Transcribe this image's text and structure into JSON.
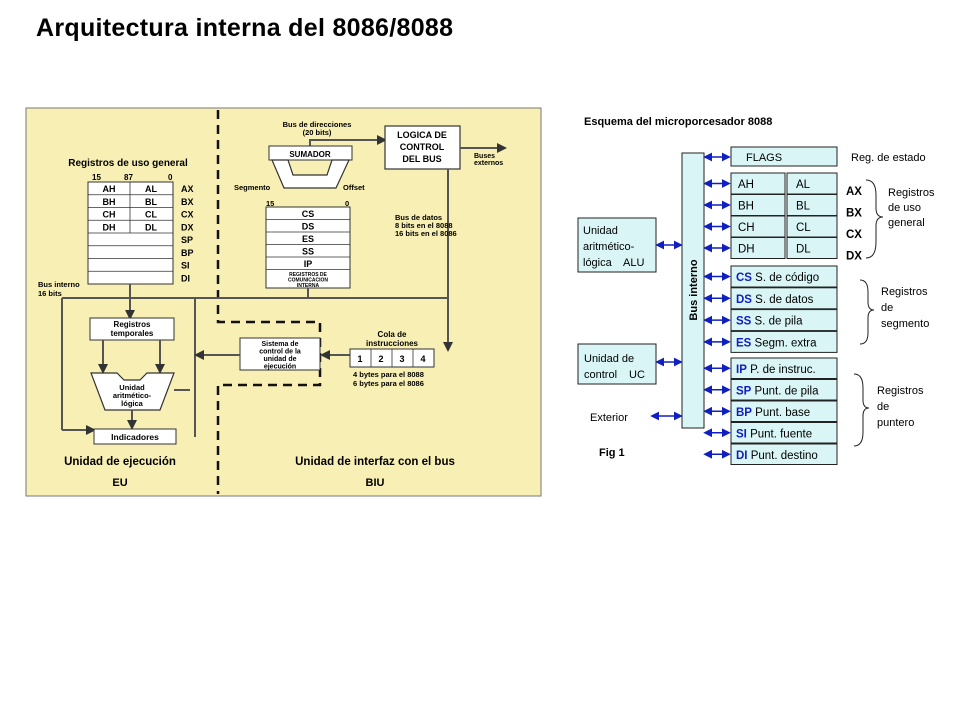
{
  "page_title": "Arquitectura interna del 8086/8088",
  "left_diagram": {
    "general_registers_title": "Registros de uso general",
    "bit_labels": [
      "15",
      "87",
      "0"
    ],
    "register_pairs": [
      [
        "AH",
        "AL"
      ],
      [
        "BH",
        "BL"
      ],
      [
        "CH",
        "CL"
      ],
      [
        "DH",
        "DL"
      ]
    ],
    "register_names": [
      "AX",
      "BX",
      "CX",
      "DX",
      "SP",
      "BP",
      "SI",
      "DI"
    ],
    "internal_bus": [
      "Bus interno",
      "16 bits"
    ],
    "address_bus": [
      "Bus de direcciones",
      "(20 bits)"
    ],
    "adder": "SUMADOR",
    "segment": "Segmento",
    "offset": "Offset",
    "seg_bits": [
      "15",
      "0"
    ],
    "segment_registers": [
      "CS",
      "DS",
      "ES",
      "SS",
      "IP"
    ],
    "comm_registers": [
      "REGISTROS DE",
      "COMUNICACION",
      "INTERNA"
    ],
    "bus_control_logic": [
      "LOGICA DE",
      "CONTROL",
      "DEL BUS"
    ],
    "external_buses": [
      "Buses",
      "externos"
    ],
    "data_bus": [
      "Bus de datos",
      "8 bits en el 8088",
      "16 bits en el 8086"
    ],
    "temp_registers": [
      "Registros",
      "temporales"
    ],
    "alu": [
      "Unidad",
      "aritmético-",
      "lógica"
    ],
    "flags": "Indicadores",
    "exec_control": [
      "Sistema de",
      "control de la",
      "unidad de",
      "ejecución"
    ],
    "queue_title": [
      "Cola de",
      "instrucciones"
    ],
    "queue_cells": [
      "1",
      "2",
      "3",
      "4"
    ],
    "queue_note": [
      "4 bytes para el 8088",
      "6 bytes para el 8086"
    ],
    "eu_label": "Unidad de ejecución",
    "eu_short": "EU",
    "biu_label": "Unidad de interfaz con el bus",
    "biu_short": "BIU",
    "colors": {
      "panel": "#f7efb4",
      "wire": "#555555"
    }
  },
  "right_diagram": {
    "title": "Esquema del microporcesador 8088",
    "bus_label": "Bus interno",
    "alu_box": [
      "Unidad",
      "aritmético-",
      "lógica "
    ],
    "alu_abbr": "ALU",
    "uc_box": [
      "Unidad de",
      "control "
    ],
    "uc_abbr": "UC",
    "exterior": "Exterior",
    "fig": "Fig 1",
    "flags": "FLAGS",
    "state_register": "Reg. de estado",
    "general_pairs": [
      [
        "AH",
        "AL"
      ],
      [
        "BH",
        "BL"
      ],
      [
        "CH",
        "CL"
      ],
      [
        "DH",
        "DL"
      ]
    ],
    "general_names": [
      "AX",
      "BX",
      "CX",
      "DX"
    ],
    "general_group": [
      "Registros",
      "de uso",
      "general"
    ],
    "segment_regs": [
      {
        "abbr": "CS",
        "desc": " S. de código"
      },
      {
        "abbr": "DS",
        "desc": " S. de datos"
      },
      {
        "abbr": "SS",
        "desc": " S. de pila"
      },
      {
        "abbr": "ES",
        "desc": " Segm. extra"
      }
    ],
    "segment_group": [
      "Registros",
      "de",
      "segmento"
    ],
    "pointer_regs": [
      {
        "abbr": "IP",
        "desc": " P. de instruc."
      },
      {
        "abbr": "SP",
        "desc": " Punt. de pila"
      },
      {
        "abbr": "BP",
        "desc": " Punt. base"
      },
      {
        "abbr": "SI",
        "desc": " Punt. fuente"
      },
      {
        "abbr": "DI",
        "desc": " Punt. destino"
      }
    ],
    "pointer_group": [
      "Registros",
      "de",
      "puntero"
    ],
    "colors": {
      "fill": "#d9f5f5",
      "ink": "#1020c0",
      "line": "#222222"
    }
  }
}
